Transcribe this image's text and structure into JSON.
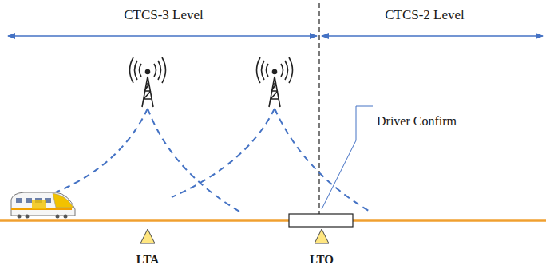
{
  "diagram": {
    "labels": [
      "CTCS-3 Level",
      "CTCS-2 Level",
      "Driver Confirm",
      "LTA",
      "LTO"
    ]
  }
}
